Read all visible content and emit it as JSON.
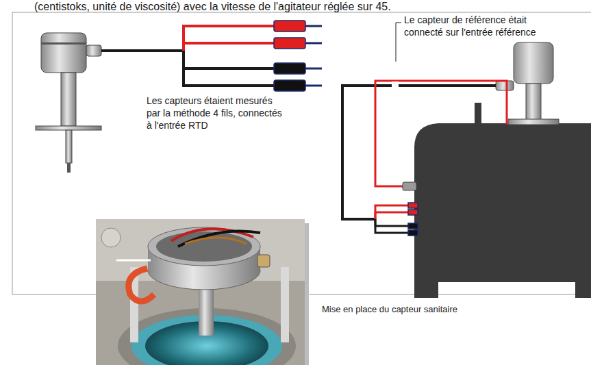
{
  "diagram": {
    "labels": [
      "(centistoks, unité de viscosité) avec la vitesse de l'agitateur réglée sur 45.",
      "Les capteurs étaient mesurés par la méthode 4 fils, connectés à l'entrée RTD",
      "Le capteur de référence était connecté sur l'entrée référence",
      "Mise en place du capteur sanitaire"
    ]
  }
}
